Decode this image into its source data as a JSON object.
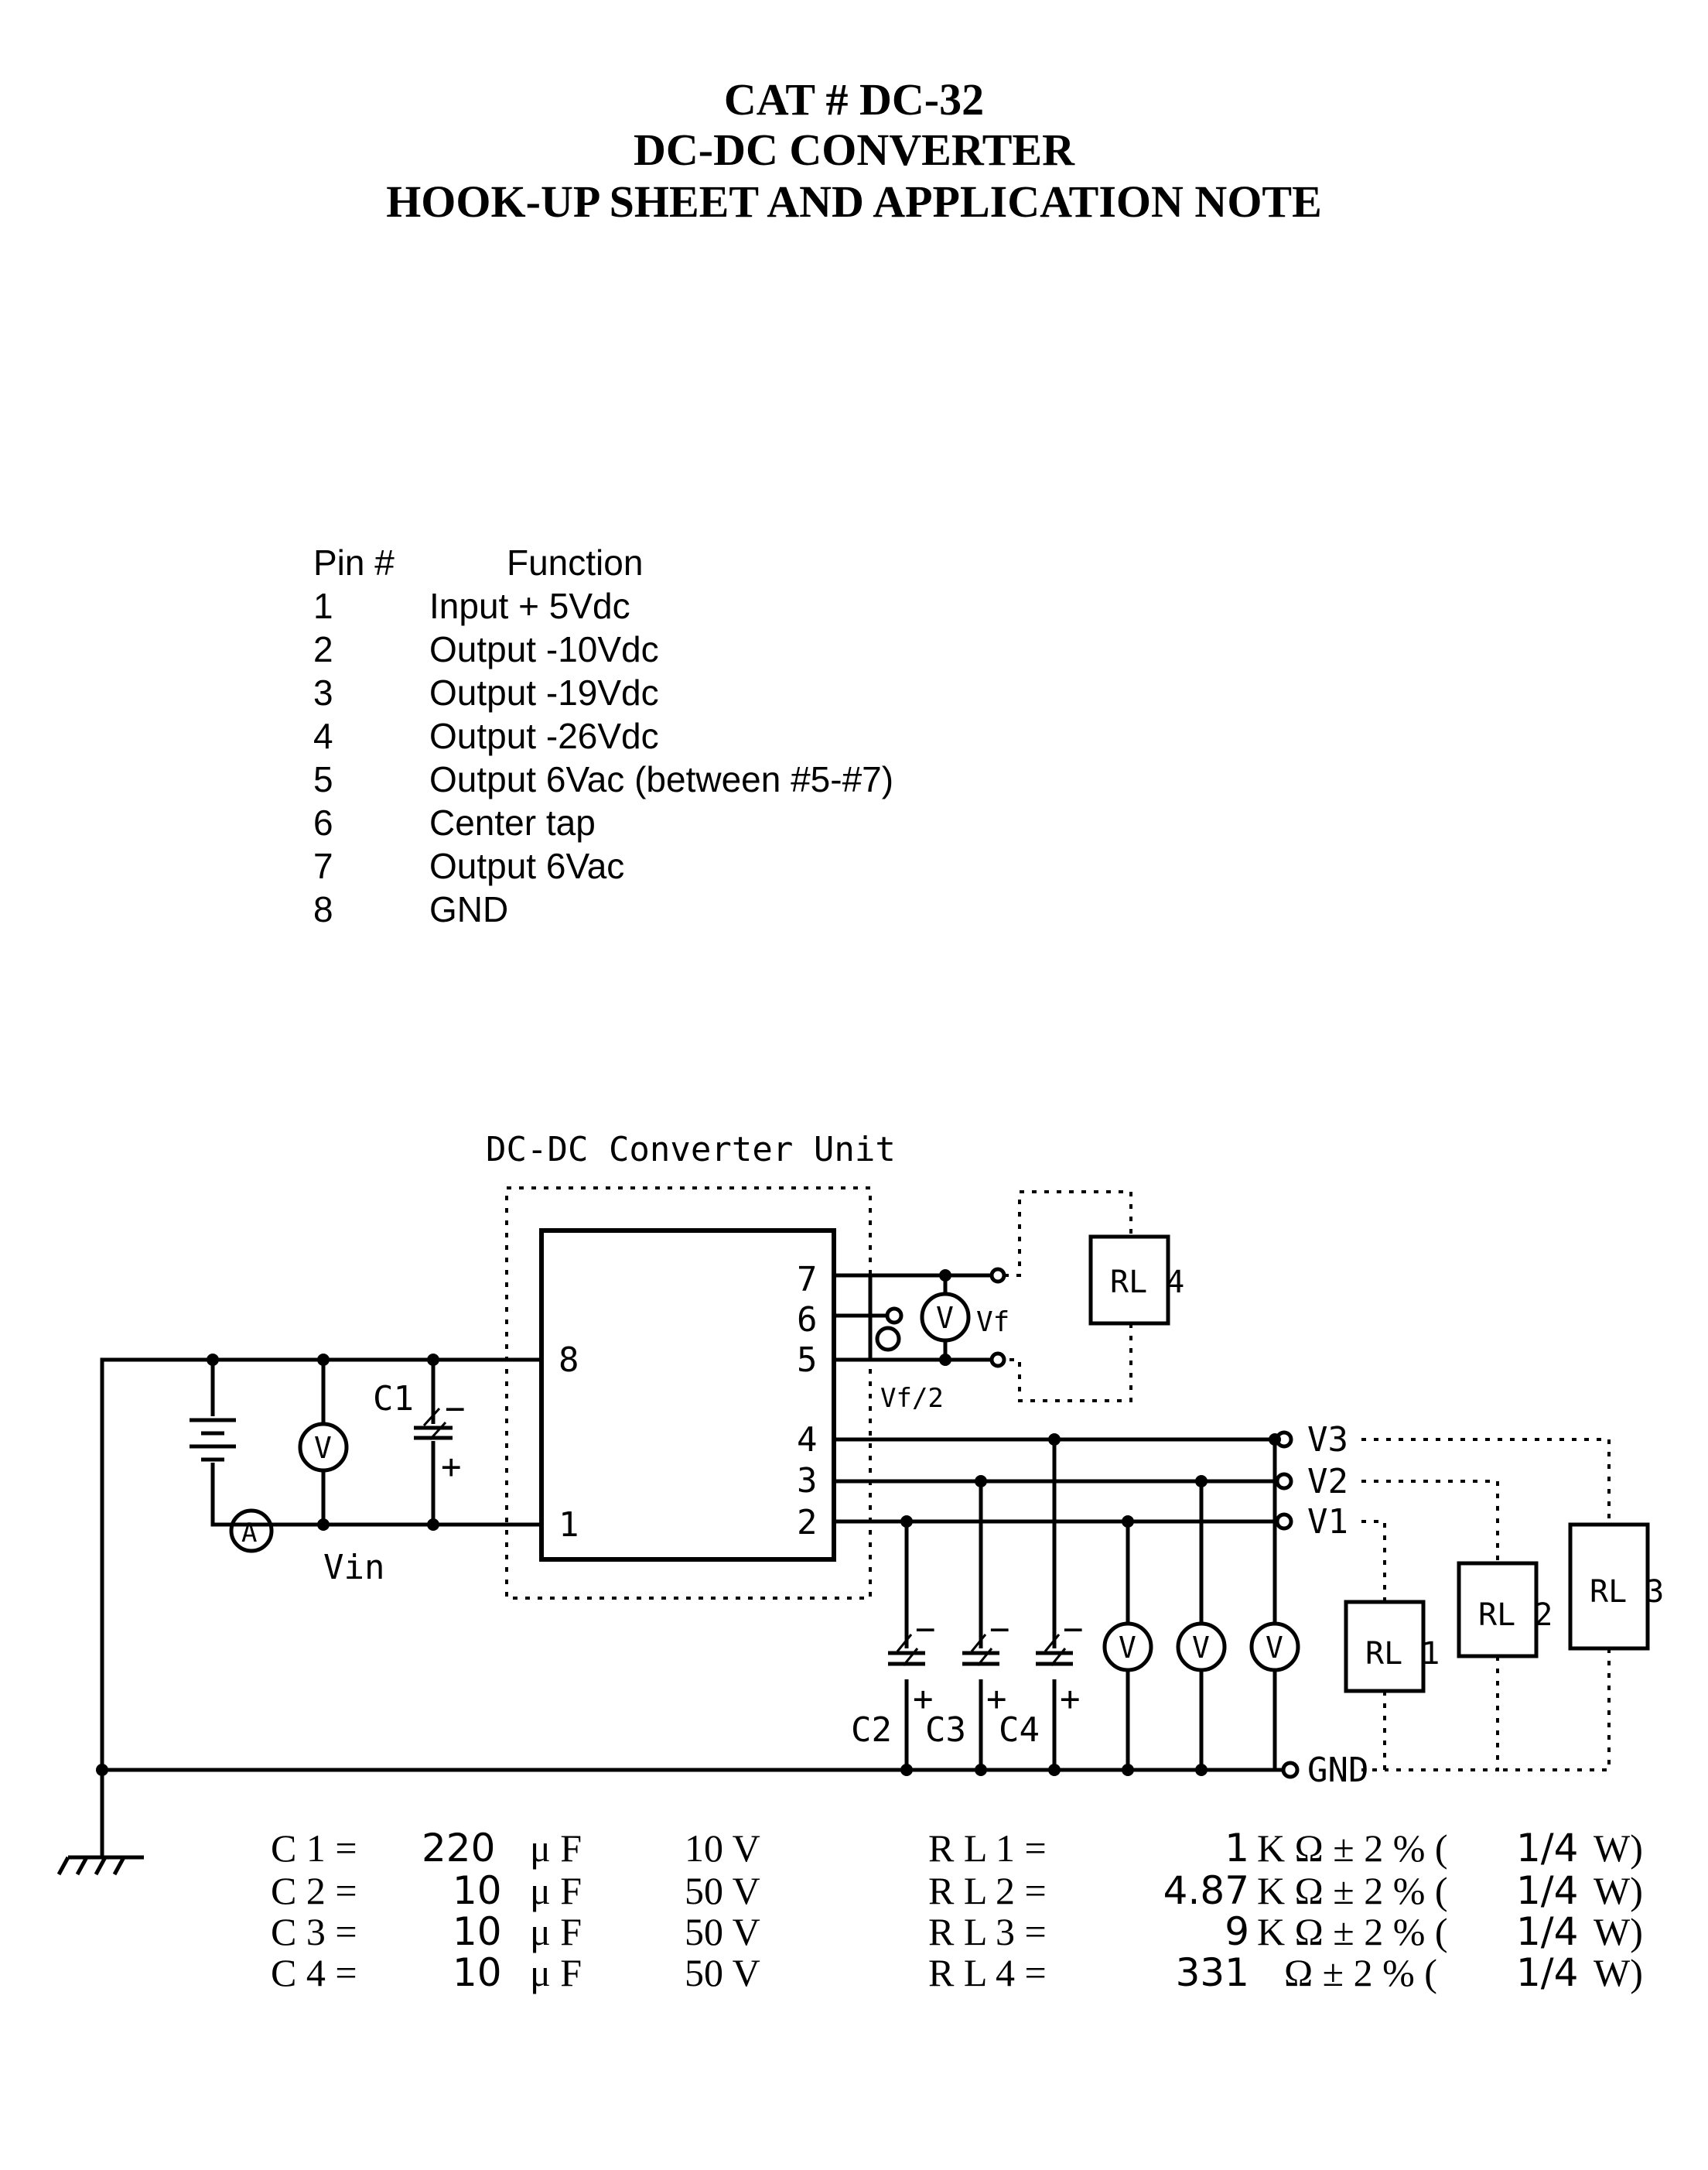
{
  "header": {
    "line1": "CAT # DC-32",
    "line2": "DC-DC CONVERTER",
    "line3": "HOOK-UP SHEET AND APPLICATION NOTE"
  },
  "pin_table": {
    "col_pin": "Pin #",
    "col_function": "Function",
    "rows": [
      {
        "pin": "1",
        "function": "Input +   5Vdc"
      },
      {
        "pin": "2",
        "function": "Output -10Vdc"
      },
      {
        "pin": "3",
        "function": "Output -19Vdc"
      },
      {
        "pin": "4",
        "function": "Output -26Vdc"
      },
      {
        "pin": "5",
        "function": "Output 6Vac (between #5-#7)"
      },
      {
        "pin": "6",
        "function": "Center tap"
      },
      {
        "pin": "7",
        "function": "Output 6Vac"
      },
      {
        "pin": "8",
        "function": "GND"
      }
    ]
  },
  "schematic": {
    "unit_label": "DC-DC Converter Unit",
    "pin_labels": [
      "7",
      "6",
      "5",
      "8",
      "4",
      "3",
      "2",
      "1"
    ],
    "c1_label": "C1",
    "vin_label": "Vin",
    "ammeter_symbol": "A",
    "voltmeter_symbol": "V",
    "vf_label": "Vf",
    "vf_half_label": "Vf/2",
    "v3_label": "V3",
    "v2_label": "V2",
    "v1_label": "V1",
    "gnd_label": "GND",
    "rl1": "RL 1",
    "rl2": "RL 2",
    "rl3": "RL 3",
    "rl4": "RL 4",
    "c2_label": "C2",
    "c3_label": "C3",
    "c4_label": "C4",
    "plus": "+",
    "minus": "−"
  },
  "components": [
    {
      "name": "C 1 =",
      "value": "220",
      "unit": "μ F",
      "rating": "10  V"
    },
    {
      "name": "C 2 =",
      "value": "10",
      "unit": "μ F",
      "rating": "50  V"
    },
    {
      "name": "C 3 =",
      "value": "10",
      "unit": "μ F",
      "rating": "50  V"
    },
    {
      "name": "C 4 =",
      "value": "10",
      "unit": "μ F",
      "rating": "50  V"
    }
  ],
  "resistors": [
    {
      "name": "R L 1 =",
      "value": "1",
      "spec": "K Ω ± 2 %  (",
      "power": "1/4",
      "unit": "W)"
    },
    {
      "name": "R L 2 =",
      "value": "4.87",
      "spec": "K Ω ± 2 %  (",
      "power": "1/4",
      "unit": "W)"
    },
    {
      "name": "R L 3 =",
      "value": "9",
      "spec": "K Ω ± 2 %  (",
      "power": "1/4",
      "unit": "W)"
    },
    {
      "name": "R L 4 =",
      "value": "331",
      "spec": "Ω ± 2 %  (",
      "power": "1/4",
      "unit": "W)"
    }
  ]
}
